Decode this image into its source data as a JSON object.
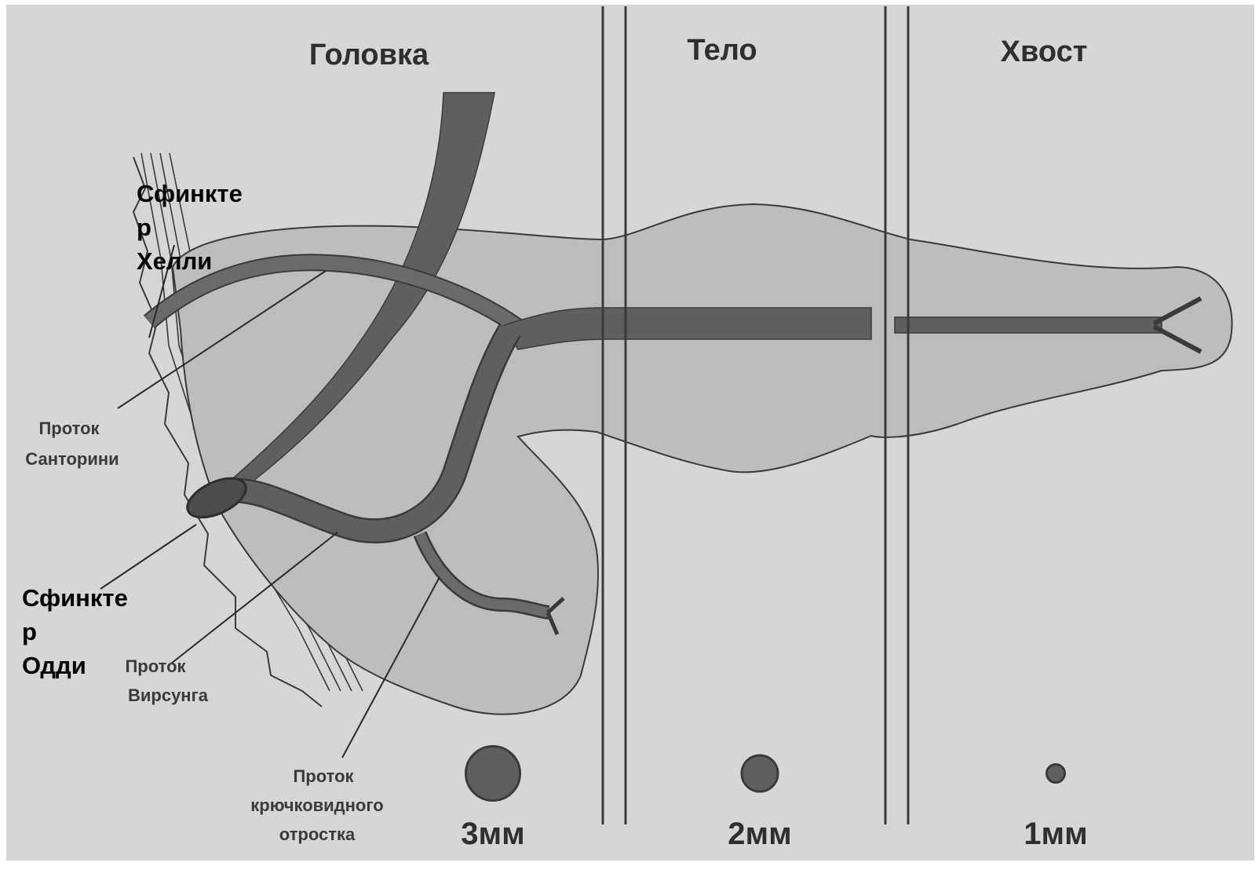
{
  "sections": {
    "head": "Головка",
    "body": "Тело",
    "tail": "Хвост"
  },
  "ducts": {
    "santorini": [
      "Проток",
      "Санторини"
    ],
    "wirsung": [
      "Проток",
      "Вирсунга"
    ],
    "uncinate": [
      "Проток",
      "крючковидного",
      "отростка"
    ]
  },
  "sphincters": {
    "helly": [
      "Сфинкте",
      "р",
      "Хелли"
    ],
    "oddi": [
      "Сфинкте",
      "р",
      "Одди"
    ]
  },
  "duct_diameters": [
    {
      "section": "head",
      "label": "3мм",
      "value_mm": 3
    },
    {
      "section": "body",
      "label": "2мм",
      "value_mm": 2
    },
    {
      "section": "tail",
      "label": "1мм",
      "value_mm": 1
    }
  ],
  "colors": {
    "background": "#d6d6d6",
    "pancreas": "#bdbdbd",
    "duct": "#5f5f5f",
    "outline": "#3a3a3a",
    "text": "#2f2f2f"
  }
}
